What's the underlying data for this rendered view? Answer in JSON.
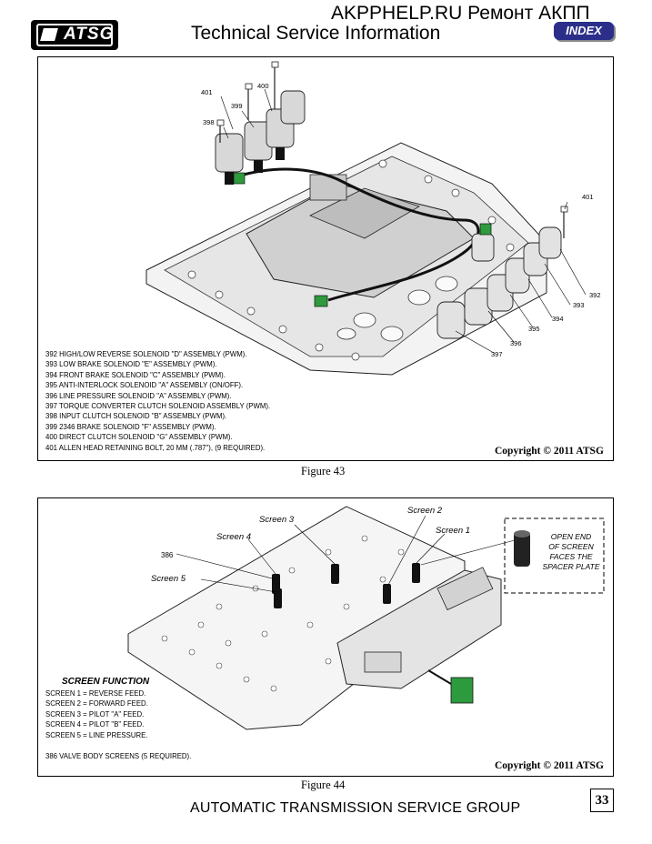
{
  "header": {
    "logo_text": "ATSG",
    "site_title": "AKPPHELP.RU Ремонт АКПП",
    "subtitle": "Technical Service Information",
    "index_button": "INDEX"
  },
  "figure43": {
    "callouts": [
      "401",
      "400",
      "399",
      "398",
      "401",
      "392",
      "393",
      "394",
      "395",
      "396",
      "397"
    ],
    "legend": [
      "392  HIGH/LOW REVERSE SOLENOID \"D\" ASSEMBLY (PWM).",
      "393  LOW BRAKE SOLENOID \"E\" ASSEMBLY (PWM).",
      "394  FRONT BRAKE SOLENOID \"C\" ASSEMBLY (PWM).",
      "395  ANTI-INTERLOCK SOLENOID \"A\" ASSEMBLY (ON/OFF).",
      "396  LINE PRESSURE SOLENOID \"A\" ASSEMBLY (PWM).",
      "397  TORQUE CONVERTER CLUTCH  SOLENOID ASSEMBLY (PWM).",
      "398  INPUT CLUTCH SOLENOID \"B\" ASSEMBLY (PWM).",
      "399  2346 BRAKE SOLENOID \"F\" ASSEMBLY (PWM).",
      "400  DIRECT CLUTCH SOLENOID \"G\" ASSEMBLY (PWM).",
      "401  ALLEN HEAD RETAINING BOLT, 20 MM (.787\"), (9 REQUIRED)."
    ],
    "copyright": "Copyright © 2011 ATSG",
    "caption": "Figure 43"
  },
  "figure44": {
    "screen_labels": [
      "Screen 2",
      "Screen 3",
      "Screen 1",
      "Screen 4",
      "386",
      "Screen 5"
    ],
    "inset_text": [
      "OPEN END",
      "OF SCREEN",
      "FACES THE",
      "SPACER PLATE"
    ],
    "screen_function_title": "SCREEN FUNCTION",
    "screen_functions": [
      "SCREEN 1 = REVERSE FEED.",
      "SCREEN 2 = FORWARD FEED.",
      "SCREEN 3 = PILOT \"A\" FEED.",
      "SCREEN 4 = PILOT \"B\" FEED.",
      "SCREEN 5 = LINE PRESSURE."
    ],
    "part_note": "386  VALVE BODY SCREENS   (5 REQUIRED).",
    "copyright": "Copyright © 2011 ATSG",
    "caption": "Figure 44"
  },
  "footer": {
    "text": "AUTOMATIC TRANSMISSION SERVICE GROUP",
    "page_number": "33"
  },
  "colors": {
    "index_button": "#2b2f8a",
    "connector_green": "#2e9a3e"
  }
}
